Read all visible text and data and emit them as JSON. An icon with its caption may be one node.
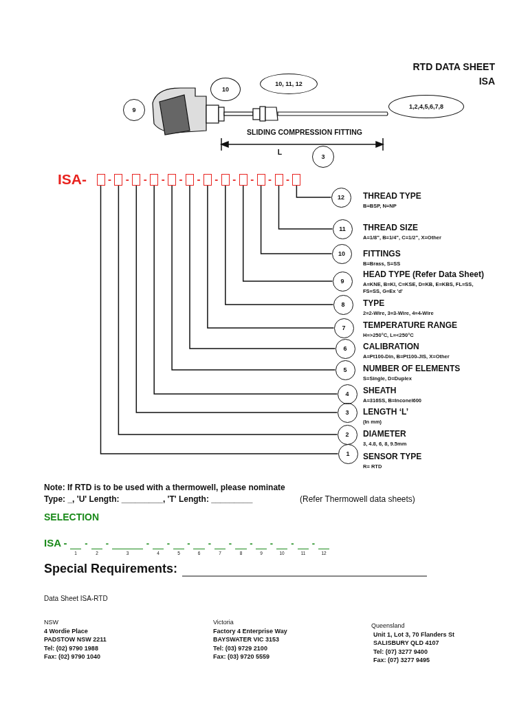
{
  "diagram": {
    "title": "RTD DATA SHEET",
    "nodes": [
      {
        "text": [
          "10"
        ]
      },
      {
        "text": [
          "10, 11, 12"
        ]
      },
      {
        "text": [
          "9"
        ]
      },
      {
        "text": [
          "1,2,4,5,6,7,8"
        ]
      },
      {
        "text": [
          "3"
        ]
      },
      {
        "text": [],
        "shape": "box"
      },
      {
        "text": [],
        "shape": "box"
      },
      {
        "text": [],
        "shape": "box"
      },
      {
        "text": [],
        "shape": "box"
      },
      {
        "text": [],
        "shape": "box"
      },
      {
        "text": [],
        "shape": "box"
      },
      {
        "text": [],
        "shape": "box"
      },
      {
        "text": [],
        "shape": "box"
      },
      {
        "text": [],
        "shape": "box"
      },
      {
        "text": [],
        "shape": "box"
      },
      {
        "text": [],
        "shape": "box"
      },
      {
        "text": [],
        "shape": "box"
      },
      {
        "text": [
          "12"
        ],
        "beside": [
          "THREAD TYPE",
          "B=BSP, N=NP"
        ]
      },
      {
        "text": [
          "11"
        ],
        "beside": [
          "THREAD SIZE",
          "A=1/8”, B=1/4”, C=1/2”, X=Other"
        ]
      },
      {
        "text": [
          "10"
        ],
        "beside": [
          "FITTINGS",
          "B=Brass, S=SS"
        ]
      },
      {
        "text": [
          "9"
        ],
        "beside": [
          "HEAD TYPE (Refer Data Sheet)",
          "A=KNE, B=KI, C=KSE, D=KB, E=KBS, FL=SS, FS=SS, G=Ex 'd'"
        ]
      },
      {
        "text": [
          "8"
        ],
        "beside": [
          "TYPE",
          "2=2-Wire, 3=3-Wire, 4=4-Wire"
        ]
      },
      {
        "text": [
          "7"
        ],
        "beside": [
          "TEMPERATURE RANGE",
          "H=>250°C, L=<250°C"
        ]
      },
      {
        "text": [
          "6"
        ],
        "beside": [
          "CALIBRATION",
          "A=Pt100-Din, B=Pt100-JIS, X=Other"
        ]
      },
      {
        "text": [
          "5"
        ],
        "beside": [
          "NUMBER OF ELEMENTS",
          "S=Single, D=Duplex"
        ]
      },
      {
        "text": [
          "4"
        ],
        "beside": [
          "SHEATH",
          "A=316SS, B=Inconel600"
        ]
      },
      {
        "text": [
          "3"
        ],
        "beside": [
          "LENGTH ‘L’",
          "(In mm)"
        ]
      },
      {
        "text": [
          "2"
        ],
        "beside": [
          "DIAMETER",
          "3, 4.8, 6, 8, 9.5mm"
        ]
      },
      {
        "text": [
          "1"
        ],
        "beside": [
          "SENSOR TYPE",
          "R= RTD"
        ]
      }
    ],
    "edges": [
      {
        "from": 5,
        "to": 28,
        "arrow": "none"
      },
      {
        "from": 6,
        "to": 27,
        "arrow": "none"
      },
      {
        "from": 7,
        "to": 26,
        "arrow": "none"
      },
      {
        "from": 8,
        "to": 25,
        "arrow": "none"
      },
      {
        "from": 9,
        "to": 24,
        "arrow": "none"
      },
      {
        "from": 10,
        "to": 23,
        "arrow": "none"
      },
      {
        "from": 11,
        "to": 22,
        "arrow": "none"
      },
      {
        "from": 12,
        "to": 21,
        "arrow": "none"
      },
      {
        "from": 13,
        "to": 20,
        "arrow": "none"
      },
      {
        "from": 14,
        "to": 19,
        "arrow": "none"
      },
      {
        "from": 15,
        "to": 18,
        "arrow": "none"
      },
      {
        "from": 16,
        "to": 17,
        "arrow": "none"
      }
    ],
    "labels": [
      "ISA",
      "SLIDING COMPRESSION FITTING",
      "L",
      "ISA-",
      "-",
      "-",
      "-",
      "-",
      "-",
      "-",
      "-",
      "-",
      "-",
      "-",
      "-",
      "Note: If RTD is to be used with a thermowell, please nominate",
      "Type: _, 'U' Length: _________, 'T' Length: _________",
      "(Refer Thermowell data sheets)",
      "SELECTION",
      "ISA -",
      "-",
      "-",
      "-",
      "-",
      "-",
      "-",
      "-",
      "-",
      "-",
      "-",
      "-",
      "1",
      "2",
      "3",
      "4",
      "5",
      "6",
      "7",
      "8",
      "9",
      "10",
      "11",
      "12",
      "Special Requirements:",
      "Data Sheet ISA-RTD",
      "NSW",
      "4 Wordie Place",
      "PADSTOW NSW 2211",
      "Tel: (02) 9790 1988",
      "Fax: (02) 9790 1040",
      "Victoria",
      "Factory 4 Enterprise Way",
      "BAYSWATER VIC 3153",
      "Tel: (03) 9729 2100",
      "Fax: (03) 9720 5559",
      "Queensland",
      "Unit 1, Lot 3, 70 Flanders St",
      "SALISBURY QLD 4107",
      "Tel: (07) 3277 9400",
      "Fax: (07) 3277 9495"
    ]
  }
}
